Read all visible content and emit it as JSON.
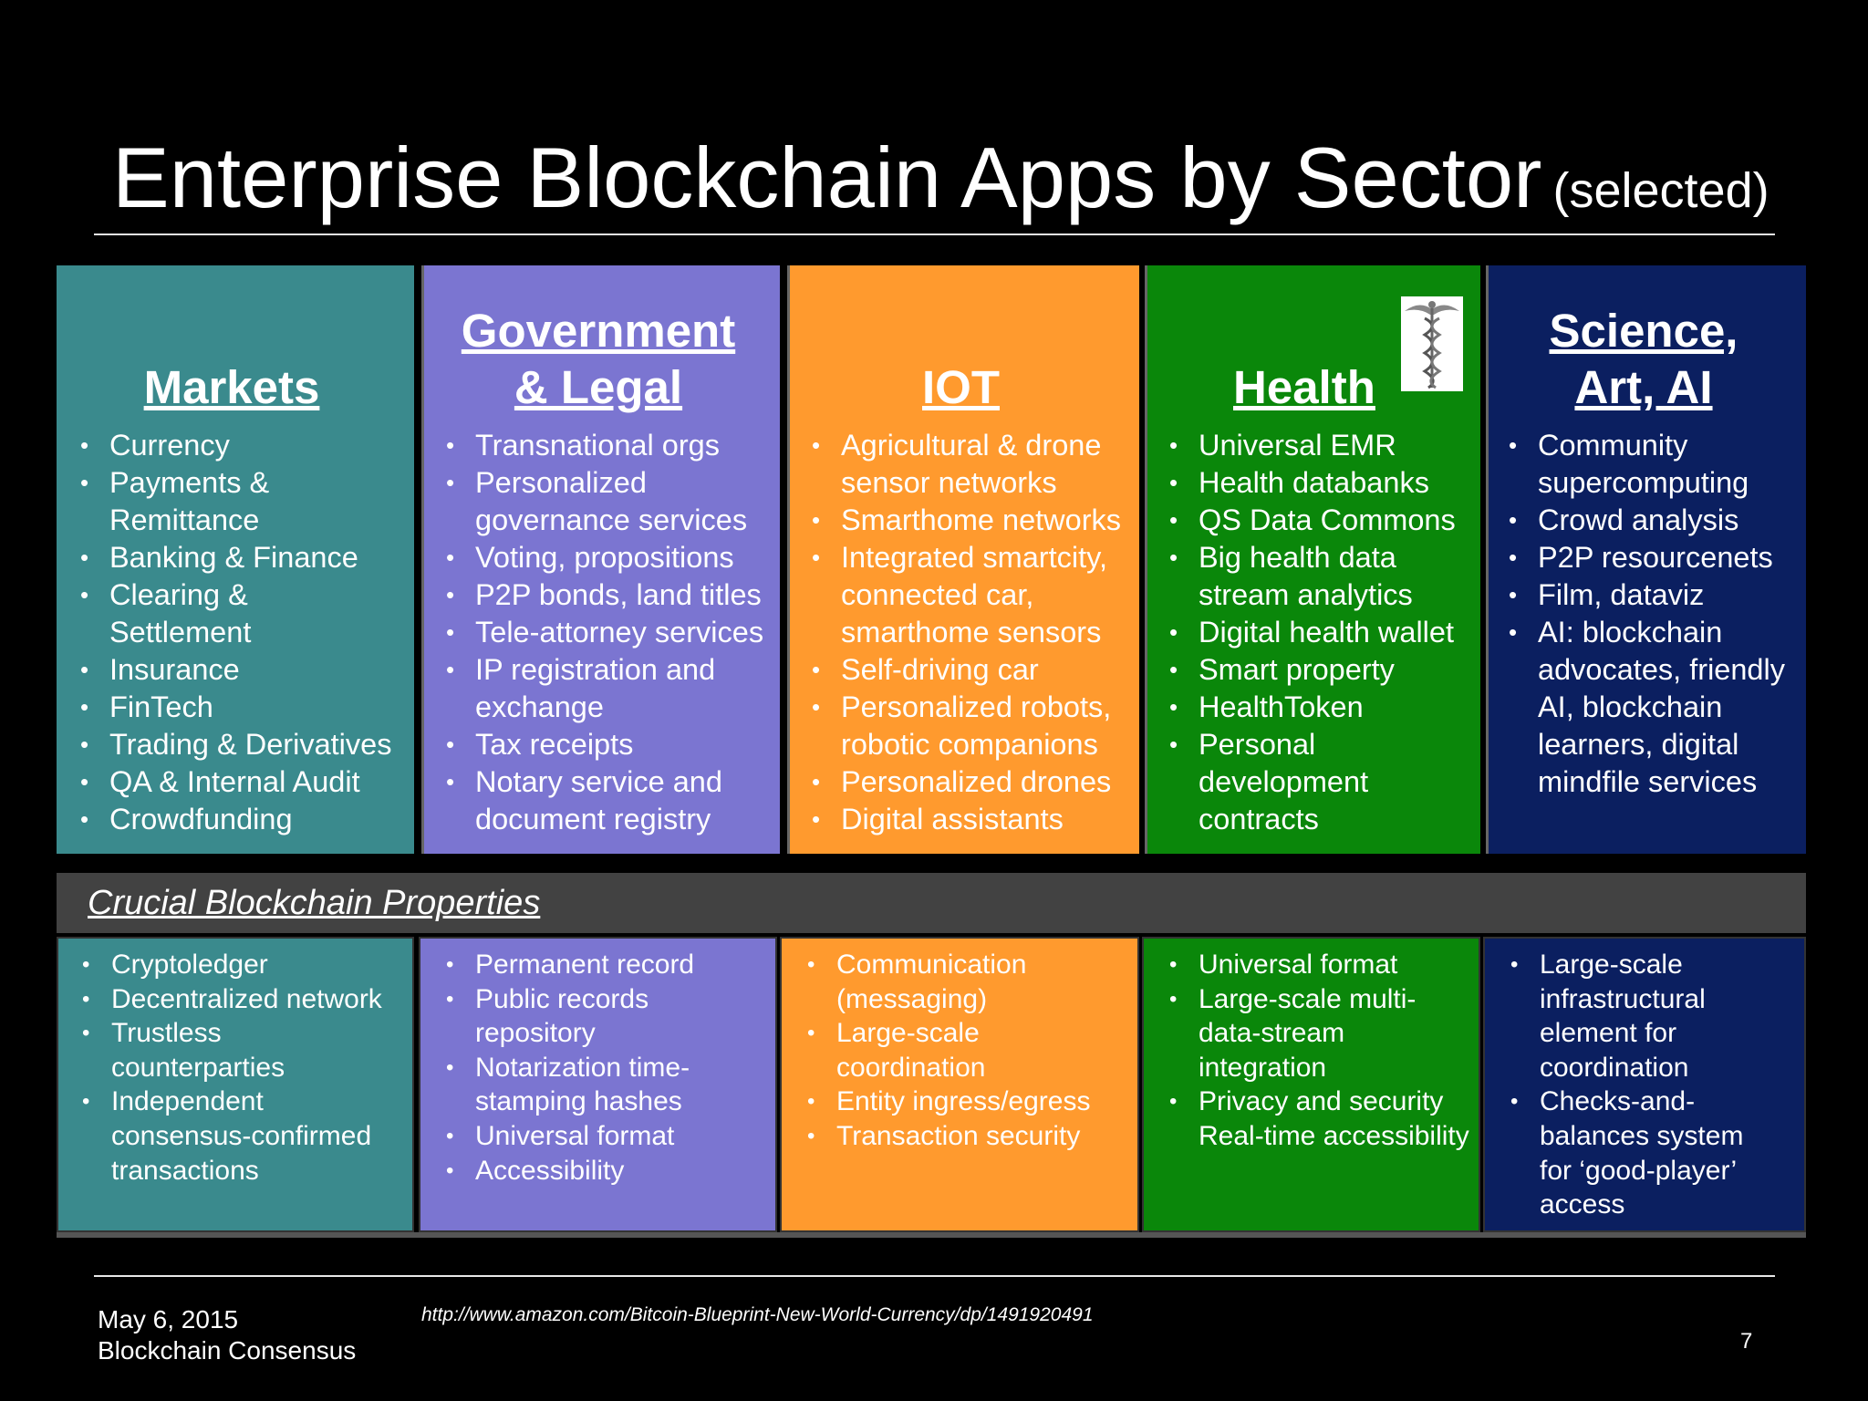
{
  "title": {
    "main": "Enterprise Blockchain Apps by Sector",
    "sub": "(selected)"
  },
  "colors": {
    "markets": "#3a8a8d",
    "government": "#7b75d1",
    "iot": "#ff9a2e",
    "health": "#0a870a",
    "science": "#0b1f60"
  },
  "sectors": [
    {
      "heading": [
        "",
        "Markets"
      ],
      "items": [
        "Currency",
        "Payments & Remittance",
        "Banking & Finance",
        "Clearing & Settlement",
        "Insurance",
        "FinTech",
        "Trading & Derivatives",
        "QA & Internal Audit",
        "Crowdfunding"
      ]
    },
    {
      "heading": [
        "Government",
        "& Legal"
      ],
      "items": [
        "Transnational orgs",
        "Personalized governance services",
        "Voting, propositions",
        "P2P bonds, land titles",
        "Tele-attorney services",
        "IP registration and exchange",
        "Tax receipts",
        "Notary service and document registry"
      ]
    },
    {
      "heading": [
        "",
        "IOT"
      ],
      "items": [
        "Agricultural & drone sensor networks",
        "Smarthome networks",
        "Integrated smartcity, connected car, smarthome sensors",
        "Self-driving car",
        "Personalized robots, robotic companions",
        "Personalized drones",
        "Digital assistants"
      ]
    },
    {
      "heading": [
        "",
        "Health"
      ],
      "items": [
        "Universal EMR",
        "Health databanks",
        "QS Data Commons",
        "Big health data stream analytics",
        "Digital health wallet",
        "Smart property",
        "HealthToken",
        "Personal development contracts"
      ]
    },
    {
      "heading": [
        "Science,",
        "Art, AI"
      ],
      "items": [
        "Community supercomputing",
        "Crowd analysis",
        "P2P resourcenets",
        "Film, dataviz",
        "AI: blockchain advocates, friendly AI, blockchain learners, digital mindfile services"
      ]
    }
  ],
  "properties_label": "Crucial Blockchain Properties",
  "properties": [
    [
      "Cryptoledger",
      "Decentralized network",
      "Trustless counterparties",
      "Independent consensus-confirmed transactions"
    ],
    [
      "Permanent record",
      "Public records repository",
      "Notarization time-stamping hashes",
      "Universal format",
      "Accessibility"
    ],
    [
      "Communication (messaging)",
      "Large-scale coordination",
      "Entity ingress/egress",
      "Transaction security"
    ],
    [
      "Universal format",
      "Large-scale multi-data-stream integration",
      "Privacy and security Real-time accessibility"
    ],
    [
      "Large-scale infrastructural element for coordination",
      "Checks-and-balances system for ‘good-player’ access"
    ]
  ],
  "footer": {
    "date": "May 6, 2015",
    "event": "Blockchain Consensus",
    "url": "http://www.amazon.com/Bitcoin-Blueprint-New-World-Currency/dp/1491920491",
    "page": "7"
  }
}
